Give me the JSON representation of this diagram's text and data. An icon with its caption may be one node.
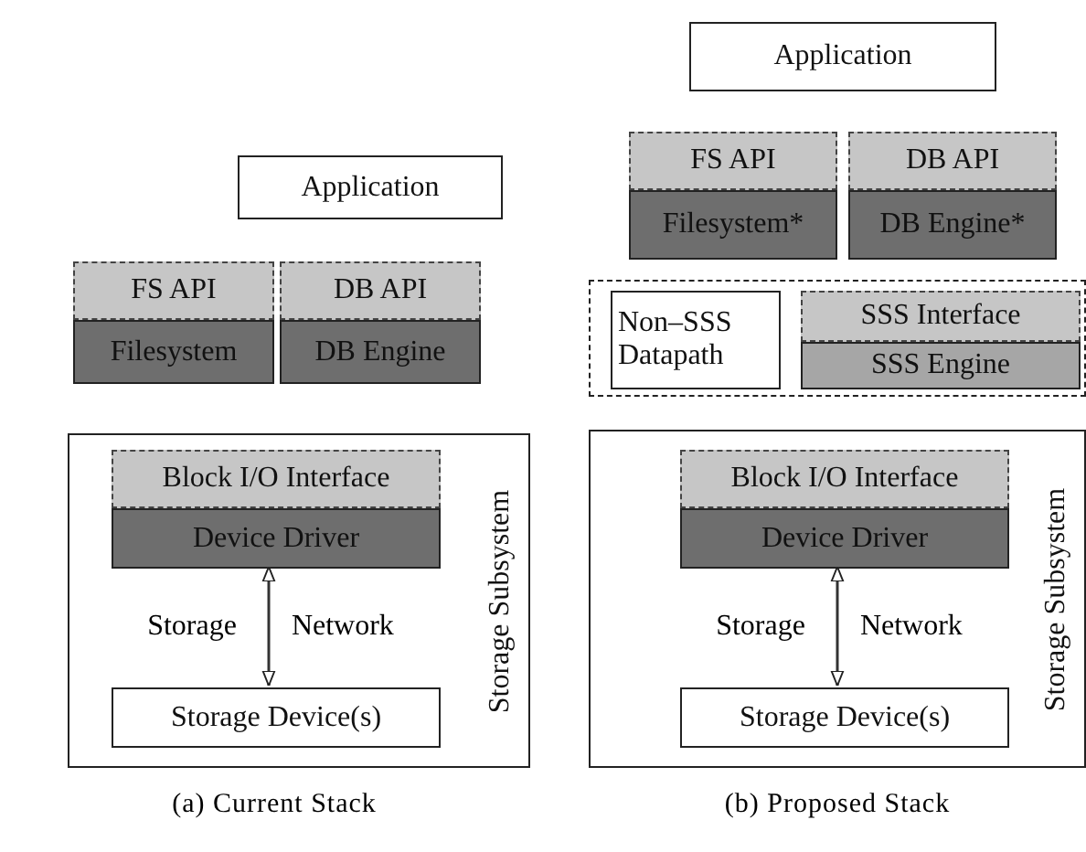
{
  "diagram": {
    "nodes": [
      {
        "text": [
          "Application"
        ]
      },
      {
        "text": [
          "FS API"
        ]
      },
      {
        "text": [
          "Filesystem"
        ]
      },
      {
        "text": [
          "DB API"
        ]
      },
      {
        "text": [
          "DB Engine"
        ]
      },
      {
        "text": [
          "Storage Subsystem"
        ]
      },
      {
        "text": [
          "Block I/O Interface"
        ],
        "in": 5
      },
      {
        "text": [
          "Device Driver"
        ],
        "in": 5
      },
      {
        "text": [
          "Storage Device(s)"
        ],
        "in": 5
      },
      {
        "text": [
          "Application"
        ]
      },
      {
        "text": [
          "FS API"
        ]
      },
      {
        "text": [
          "Filesystem*"
        ]
      },
      {
        "text": [
          "DB API"
        ]
      },
      {
        "text": [
          "DB Engine*"
        ]
      },
      {
        "text": [],
        "shape": "box"
      },
      {
        "text": [
          "Non–SSS Datapath"
        ],
        "in": 14
      },
      {
        "text": [
          "SSS Interface"
        ],
        "in": 14
      },
      {
        "text": [
          "SSS Engine"
        ],
        "in": 14
      },
      {
        "text": [
          "Storage Subsystem"
        ]
      },
      {
        "text": [
          "Block I/O Interface"
        ],
        "in": 18
      },
      {
        "text": [
          "Device Driver"
        ],
        "in": 18
      },
      {
        "text": [
          "Storage Device(s)"
        ],
        "in": 18
      }
    ],
    "edges": [
      {
        "from": 7,
        "to": 8,
        "arrow": "both",
        "label": "Storage Network"
      },
      {
        "from": 20,
        "to": 21,
        "arrow": "both",
        "label": "Storage Network"
      }
    ],
    "labels": [
      "(a) Current Stack",
      "(b) Proposed Stack"
    ]
  }
}
